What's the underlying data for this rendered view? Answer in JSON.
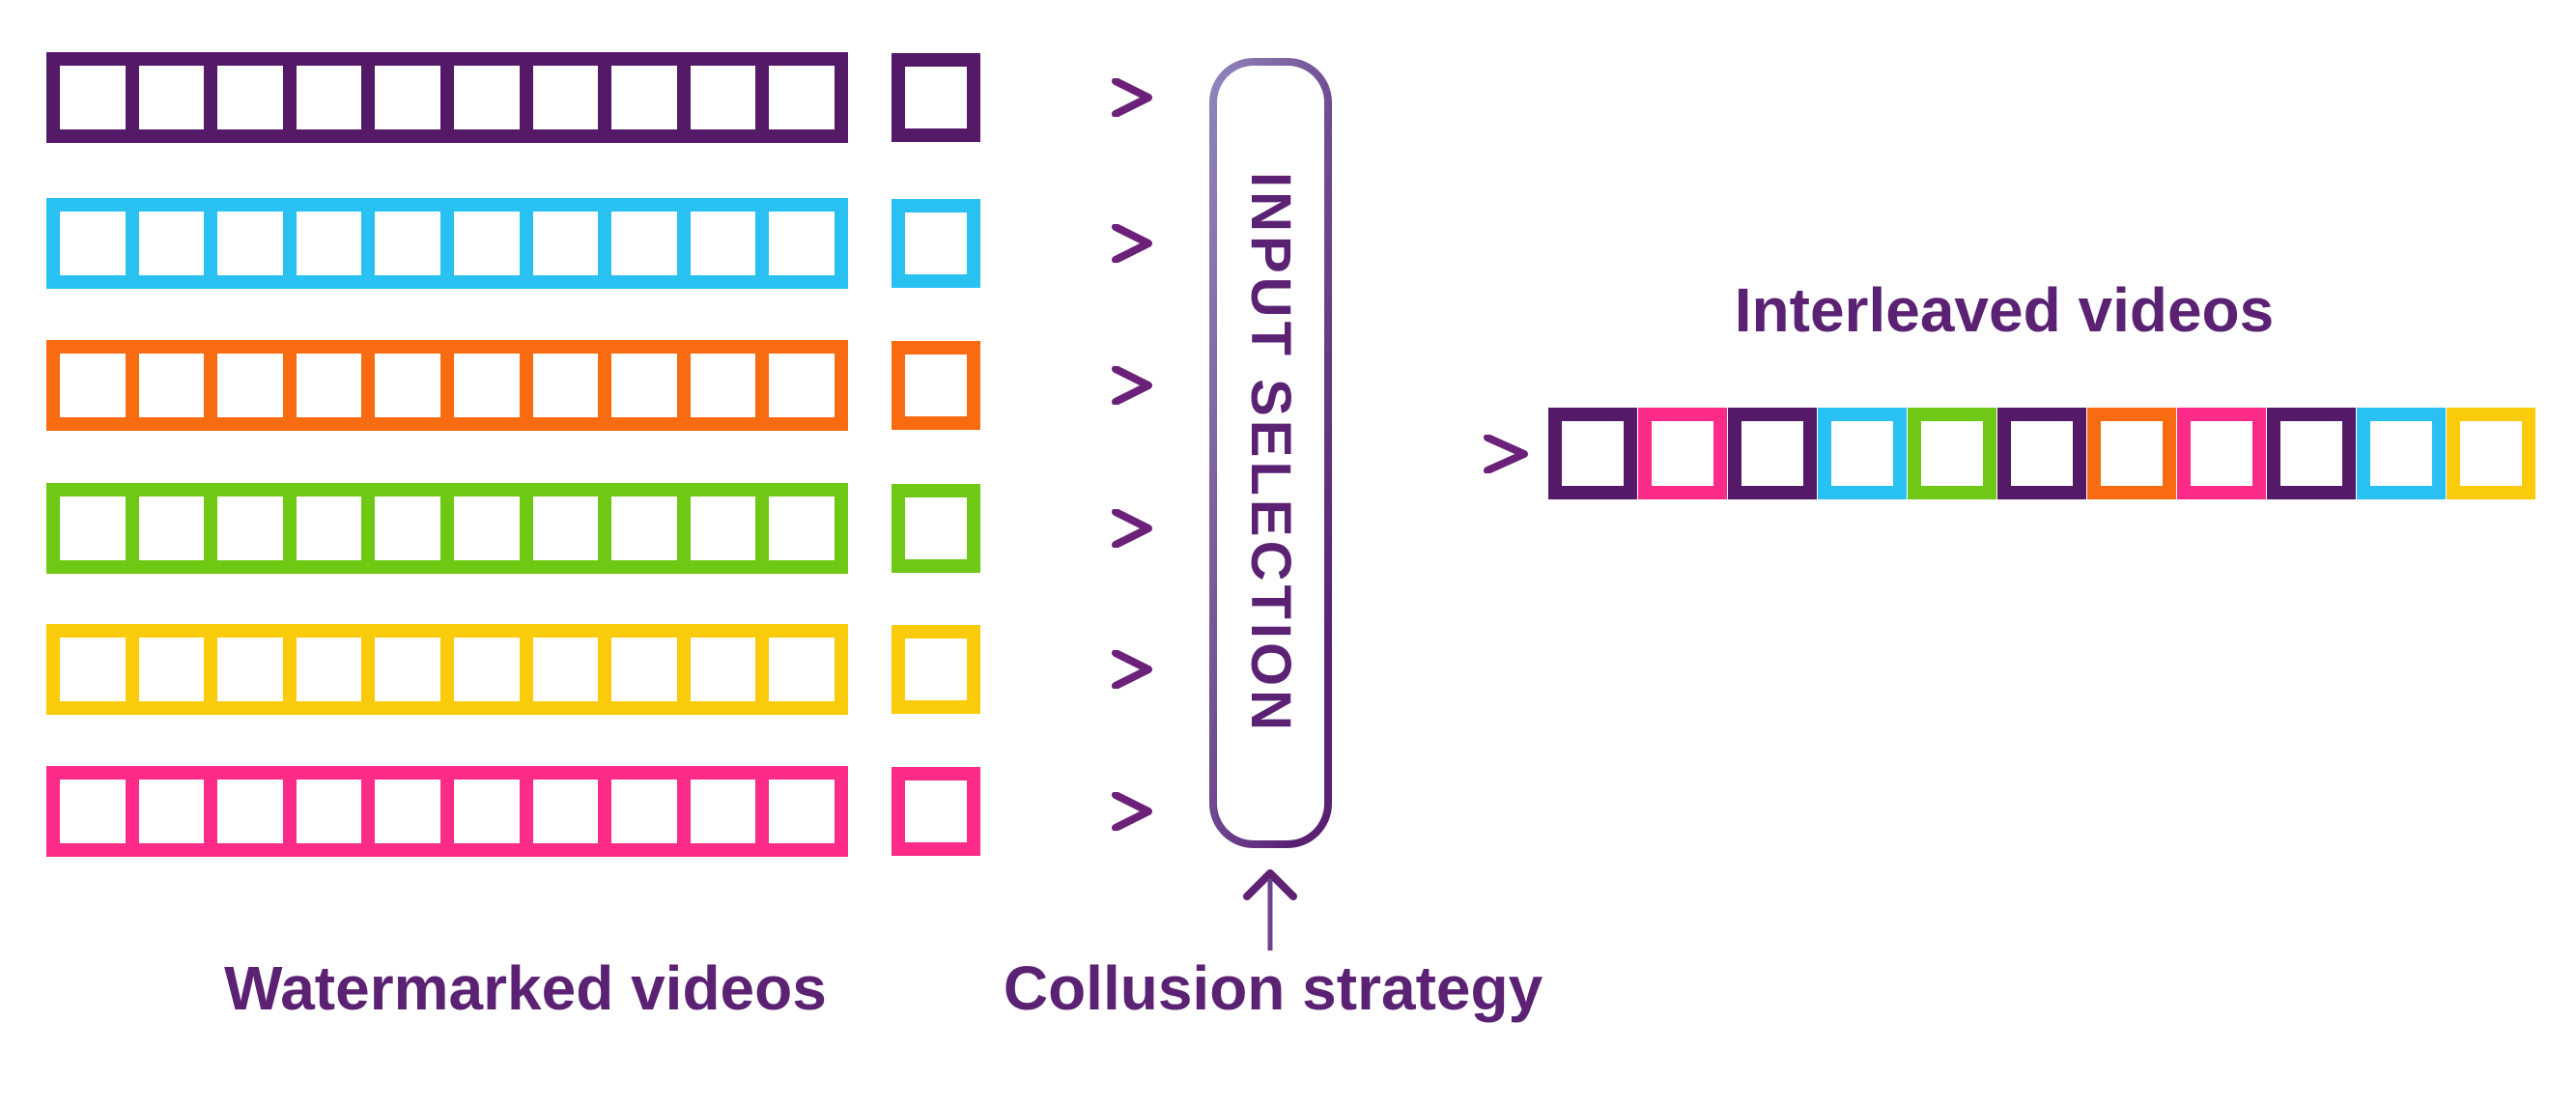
{
  "diagram": {
    "watermarked": {
      "label": "Watermarked videos",
      "cells_per_strip": 10,
      "rows": [
        {
          "name": "purple-video",
          "color": "#541A68"
        },
        {
          "name": "cyan-video",
          "color": "#29C0F2"
        },
        {
          "name": "orange-video",
          "color": "#F96B11"
        },
        {
          "name": "green-video",
          "color": "#6FC914"
        },
        {
          "name": "yellow-video",
          "color": "#F9CB0B"
        },
        {
          "name": "pink-video",
          "color": "#FB2B87"
        }
      ]
    },
    "selector": {
      "label": "INPUT SELECTION"
    },
    "collusion": {
      "label": "Collusion strategy"
    },
    "interleaved": {
      "label": "Interleaved videos",
      "colors": [
        "#541A68",
        "#FB2B87",
        "#541A68",
        "#29C0F2",
        "#6FC914",
        "#541A68",
        "#F96B11",
        "#FB2B87",
        "#541A68",
        "#29C0F2",
        "#F9CB0B"
      ]
    },
    "style": {
      "text_color": "#5B2273",
      "arrow_head_color": "#6B2179",
      "arrow_gradient_start": "#8F77AB",
      "arrow_gradient_end": "#67206F",
      "box_border_gradient_start": "#9187BD",
      "box_border_gradient_end": "#5A2173"
    }
  }
}
